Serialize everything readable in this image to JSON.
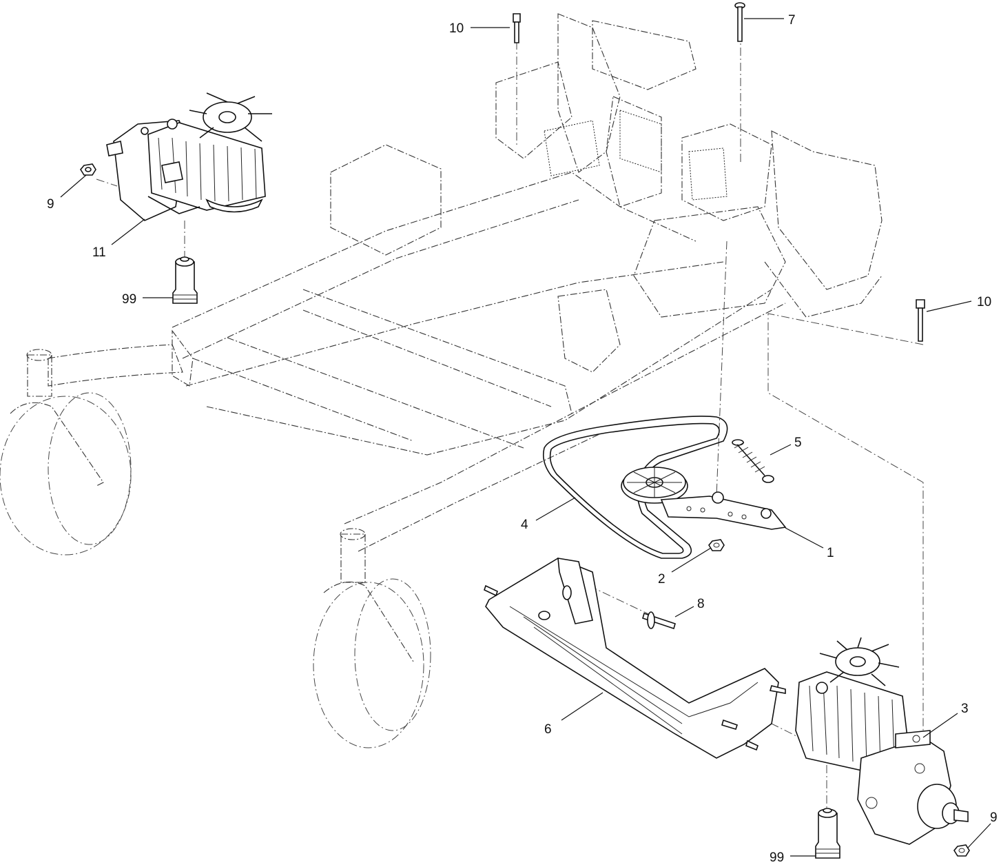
{
  "callouts": {
    "c10a": "10",
    "c7": "7",
    "c9a": "9",
    "c11": "11",
    "c99a": "99",
    "c10b": "10",
    "c5": "5",
    "c4": "4",
    "c1": "1",
    "c2": "2",
    "c8": "8",
    "c6": "6",
    "c3": "3",
    "c9b": "9",
    "c99b": "99"
  }
}
